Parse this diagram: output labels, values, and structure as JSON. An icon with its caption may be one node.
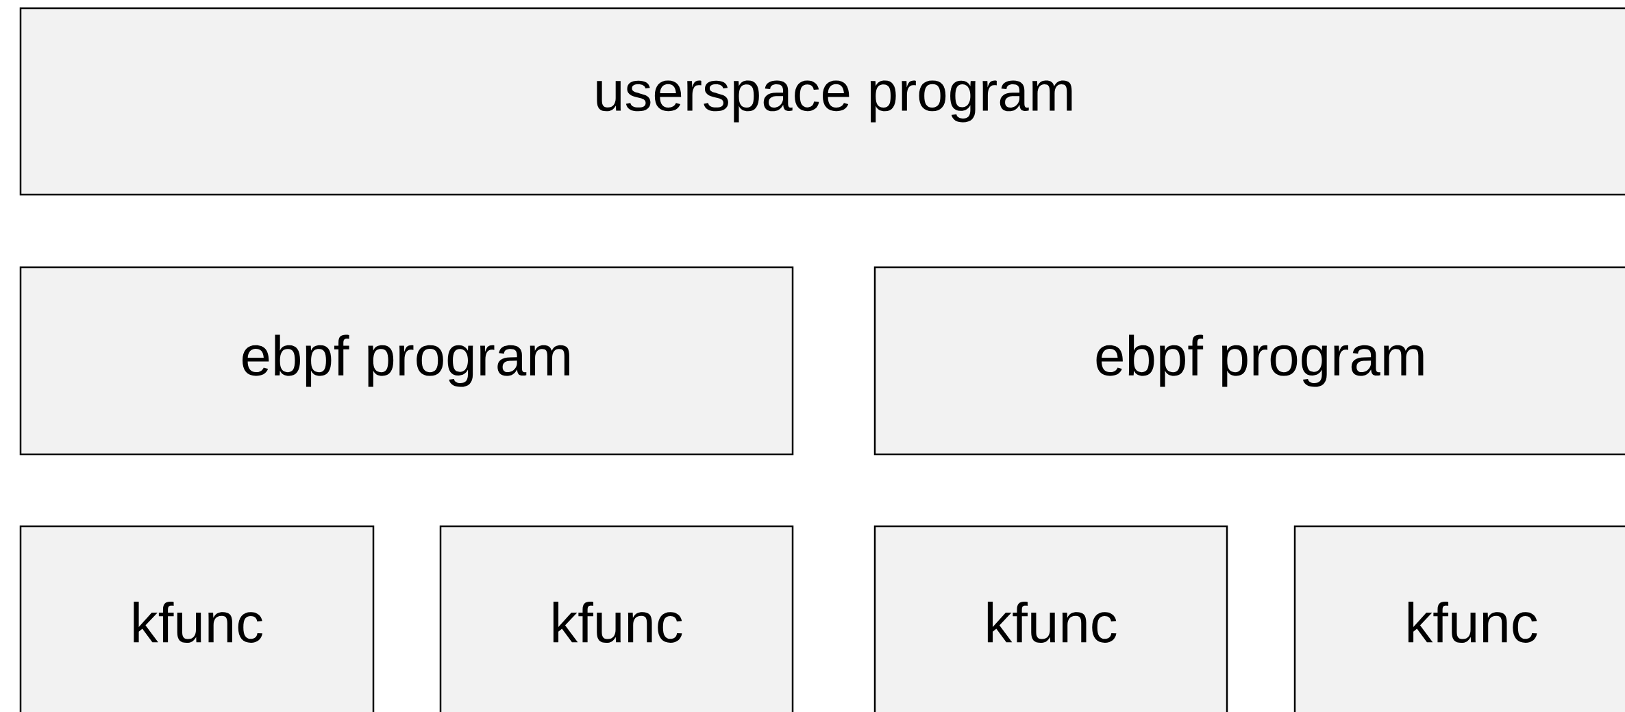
{
  "diagram": {
    "nodes": [
      {
        "text": [
          "userspace program"
        ]
      },
      {
        "text": [
          "ebpf program"
        ]
      },
      {
        "text": [
          "ebpf program"
        ]
      },
      {
        "text": [
          "kfunc"
        ]
      },
      {
        "text": [
          "kfunc"
        ]
      },
      {
        "text": [
          "kfunc"
        ]
      },
      {
        "text": [
          "kfunc"
        ]
      }
    ]
  }
}
